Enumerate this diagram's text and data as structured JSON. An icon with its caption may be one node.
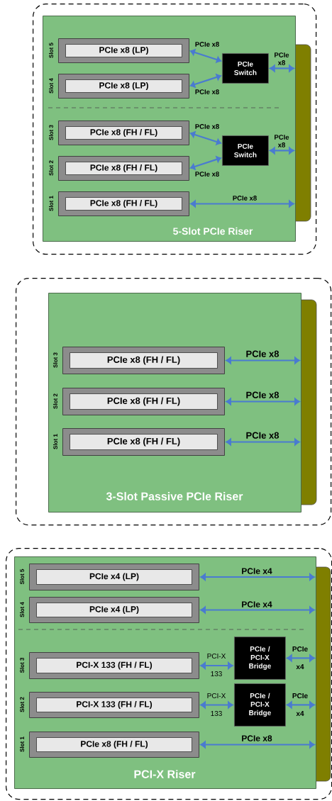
{
  "diagram": {
    "nodes": [
      {
        "text": [],
        "shape": "box"
      },
      {
        "text": [
          "5-Slot PCIe Riser"
        ],
        "in": 0
      },
      {
        "text": [
          "PCIe x8 (LP)"
        ],
        "beside": [
          "Slot 5"
        ],
        "in": 1
      },
      {
        "text": [
          "PCIe x8 (LP)"
        ],
        "beside": [
          "Slot 4"
        ],
        "in": 1
      },
      {
        "text": [
          "PCIe Switch"
        ],
        "in": 1
      },
      {
        "text": [
          "PCIe x8 (FH / FL)"
        ],
        "beside": [
          "Slot 3"
        ],
        "in": 1
      },
      {
        "text": [
          "PCIe x8 (FH / FL)"
        ],
        "beside": [
          "Slot 2"
        ],
        "in": 1
      },
      {
        "text": [
          "PCIe Switch"
        ],
        "in": 1
      },
      {
        "text": [
          "PCIe x8 (FH / FL)"
        ],
        "beside": [
          "Slot 1"
        ],
        "in": 1
      },
      {
        "text": [],
        "shape": "bar",
        "in": 0
      },
      {
        "text": [],
        "shape": "box"
      },
      {
        "text": [
          "3-Slot Passive PCIe Riser"
        ],
        "in": 10
      },
      {
        "text": [
          "PCIe x8 (FH / FL)"
        ],
        "beside": [
          "Slot 3"
        ],
        "in": 11
      },
      {
        "text": [
          "PCIe x8 (FH / FL)"
        ],
        "beside": [
          "Slot 2"
        ],
        "in": 11
      },
      {
        "text": [
          "PCIe x8 (FH / FL)"
        ],
        "beside": [
          "Slot 1"
        ],
        "in": 11
      },
      {
        "text": [],
        "shape": "bar",
        "in": 10
      },
      {
        "text": [],
        "shape": "box"
      },
      {
        "text": [
          "PCI-X Riser"
        ],
        "in": 16
      },
      {
        "text": [
          "PCIe x4 (LP)"
        ],
        "beside": [
          "Slot 5"
        ],
        "in": 17
      },
      {
        "text": [
          "PCIe x4 (LP)"
        ],
        "beside": [
          "Slot 4"
        ],
        "in": 17
      },
      {
        "text": [
          "PCI-X 133 (FH / FL)"
        ],
        "beside": [
          "Slot 3"
        ],
        "in": 17
      },
      {
        "text": [
          "PCIe / PCI-X Bridge"
        ],
        "in": 17
      },
      {
        "text": [
          "PCI-X 133 (FH / FL)"
        ],
        "beside": [
          "Slot 2"
        ],
        "in": 17
      },
      {
        "text": [
          "PCIe / PCI-X Bridge"
        ],
        "in": 17
      },
      {
        "text": [
          "PCIe x8 (FH / FL)"
        ],
        "beside": [
          "Slot 1"
        ],
        "in": 17
      },
      {
        "text": [],
        "shape": "bar",
        "in": 16
      }
    ],
    "edges": [
      {
        "from": 2,
        "to": 4,
        "arrow": "both",
        "label": "PCIe x8"
      },
      {
        "from": 3,
        "to": 4,
        "arrow": "both",
        "label": "PCIe x8"
      },
      {
        "from": 4,
        "to": 9,
        "arrow": "both",
        "label": "PCIe x8"
      },
      {
        "from": 5,
        "to": 7,
        "arrow": "both",
        "label": "PCIe x8"
      },
      {
        "from": 6,
        "to": 7,
        "arrow": "both",
        "label": "PCIe x8"
      },
      {
        "from": 7,
        "to": 9,
        "arrow": "both",
        "label": "PCIe x8"
      },
      {
        "from": 8,
        "to": 9,
        "arrow": "both",
        "label": "PCIe x8"
      },
      {
        "from": 12,
        "to": 15,
        "arrow": "both",
        "label": "PCIe x8"
      },
      {
        "from": 13,
        "to": 15,
        "arrow": "both",
        "label": "PCIe x8"
      },
      {
        "from": 14,
        "to": 15,
        "arrow": "both",
        "label": "PCIe x8"
      },
      {
        "from": 18,
        "to": 25,
        "arrow": "both",
        "label": "PCIe x4"
      },
      {
        "from": 19,
        "to": 25,
        "arrow": "both",
        "label": "PCIe x4"
      },
      {
        "from": 20,
        "to": 21,
        "arrow": "both",
        "label": "PCI-X 133"
      },
      {
        "from": 21,
        "to": 25,
        "arrow": "both",
        "label": "PCIe x4"
      },
      {
        "from": 22,
        "to": 23,
        "arrow": "both",
        "label": "PCI-X 133"
      },
      {
        "from": 23,
        "to": 25,
        "arrow": "both",
        "label": "PCIe x4"
      },
      {
        "from": 24,
        "to": 25,
        "arrow": "both",
        "label": "PCIe x8"
      }
    ]
  }
}
